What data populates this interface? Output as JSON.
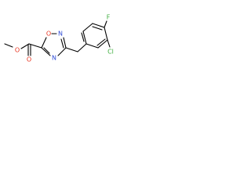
{
  "molecule": {
    "atoms": {
      "O_ester": "O",
      "O_carbonyl": "O",
      "O_ring": "O",
      "N_ring_top": "N",
      "N_ring_bottom": "N",
      "F": "F",
      "Cl": "Cl"
    }
  },
  "colors": {
    "oxygen": "#e8321e",
    "nitrogen": "#2e4bd6",
    "fluorine": "#3fae3f",
    "chlorine": "#3fae3f",
    "bond": "#000000"
  }
}
